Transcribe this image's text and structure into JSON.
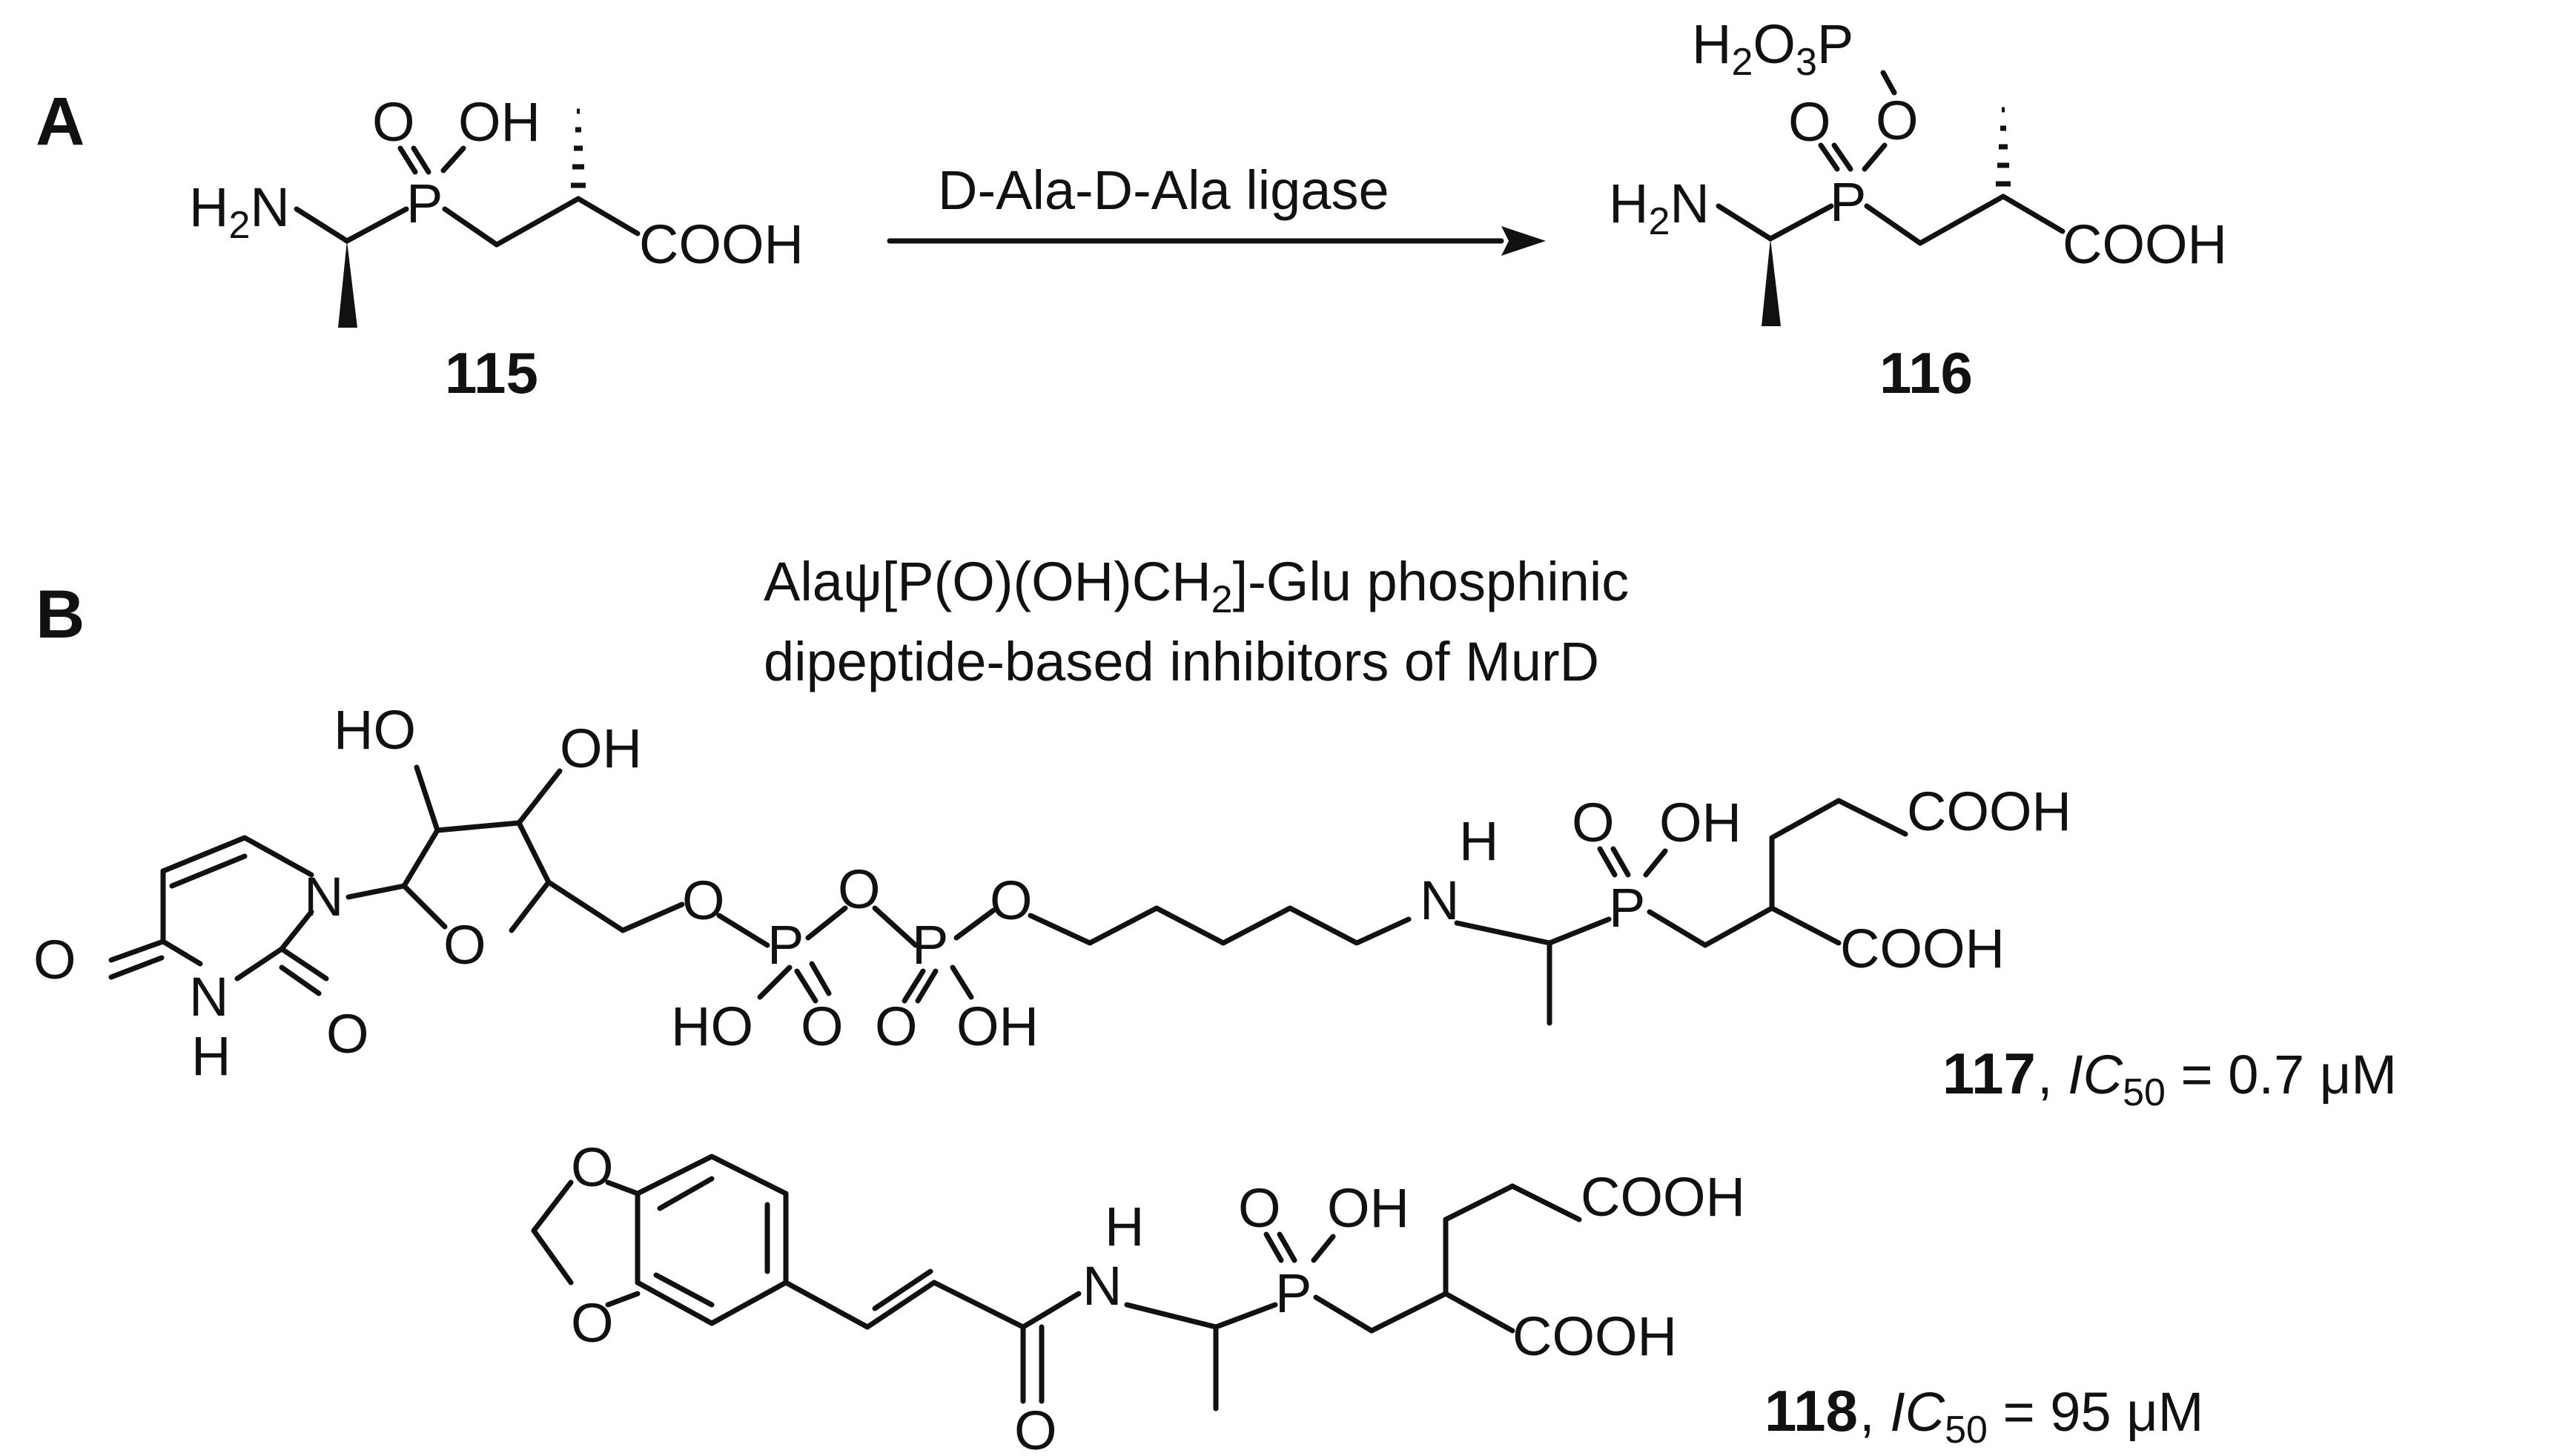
{
  "panels": {
    "a": "A",
    "b": "B"
  },
  "reaction": {
    "enzyme": "D-Ala-D-Ala ligase",
    "reactant": {
      "id": "115"
    },
    "product": {
      "id": "116"
    }
  },
  "panel_b": {
    "caption_line1": "Alaψ[P(O)(OH)CH2]-Glu phosphinic",
    "caption_line2": "dipeptide-based inhibitors of MurD",
    "compounds": [
      {
        "id": "117",
        "ic50_label": "IC50",
        "ic50_value": "0.7 μM"
      },
      {
        "id": "118",
        "ic50_label": "IC50",
        "ic50_value": "95 μM"
      }
    ]
  },
  "atoms": {
    "H2N": "H2N",
    "P": "P",
    "O": "O",
    "OH": "OH",
    "HO": "HO",
    "COOH": "COOH",
    "H2O3P": "H2O3P",
    "N": "N",
    "NH": "NH",
    "H": "H"
  },
  "colors": {
    "ink": "#111111",
    "background": "#ffffff"
  }
}
